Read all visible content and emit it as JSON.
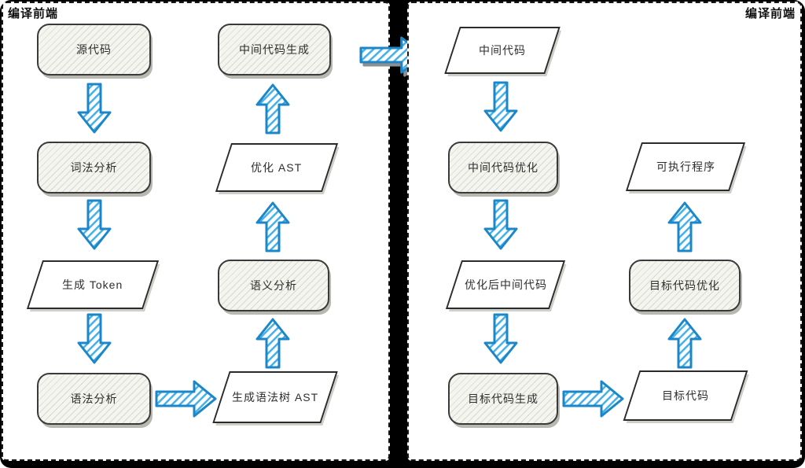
{
  "colors": {
    "background": "#000000",
    "panel_bg": "#ffffff",
    "arrow_stroke": "#1b87c9",
    "arrow_hatch": "#45b1e8",
    "box_border": "#3a3a3a",
    "box_hatch_bg": "#f5f5f0"
  },
  "left_panel": {
    "title": "编译前端",
    "nodes": {
      "source_code": {
        "label": "源代码",
        "shape": "process"
      },
      "lexical": {
        "label": "词法分析",
        "shape": "process"
      },
      "gen_token": {
        "label": "生成 Token",
        "shape": "io"
      },
      "syntax": {
        "label": "语法分析",
        "shape": "process"
      },
      "gen_ast": {
        "label": "生成语法树 AST",
        "shape": "io"
      },
      "semantic": {
        "label": "语义分析",
        "shape": "process"
      },
      "optimize_ast": {
        "label": "优化 AST",
        "shape": "io"
      },
      "ir_generate": {
        "label": "中间代码生成",
        "shape": "process"
      }
    }
  },
  "right_panel": {
    "title": "编译前端",
    "nodes": {
      "ir_code": {
        "label": "中间代码",
        "shape": "io"
      },
      "ir_optimize": {
        "label": "中间代码优化",
        "shape": "process"
      },
      "optimized_ir": {
        "label": "优化后中间代码",
        "shape": "io"
      },
      "target_gen": {
        "label": "目标代码生成",
        "shape": "process"
      },
      "target_code": {
        "label": "目标代码",
        "shape": "io"
      },
      "target_opt": {
        "label": "目标代码优化",
        "shape": "process"
      },
      "executable": {
        "label": "可执行程序",
        "shape": "io"
      }
    }
  },
  "connections": [
    {
      "from": "源代码",
      "to": "词法分析",
      "direction": "down"
    },
    {
      "from": "词法分析",
      "to": "生成 Token",
      "direction": "down"
    },
    {
      "from": "生成 Token",
      "to": "语法分析",
      "direction": "down"
    },
    {
      "from": "语法分析",
      "to": "生成语法树 AST",
      "direction": "right"
    },
    {
      "from": "生成语法树 AST",
      "to": "语义分析",
      "direction": "up"
    },
    {
      "from": "语义分析",
      "to": "优化 AST",
      "direction": "up"
    },
    {
      "from": "优化 AST",
      "to": "中间代码生成",
      "direction": "up"
    },
    {
      "from": "中间代码生成",
      "to": "中间代码",
      "direction": "right"
    },
    {
      "from": "中间代码",
      "to": "中间代码优化",
      "direction": "down"
    },
    {
      "from": "中间代码优化",
      "to": "优化后中间代码",
      "direction": "down"
    },
    {
      "from": "优化后中间代码",
      "to": "目标代码生成",
      "direction": "down"
    },
    {
      "from": "目标代码生成",
      "to": "目标代码",
      "direction": "right"
    },
    {
      "from": "目标代码",
      "to": "目标代码优化",
      "direction": "up"
    },
    {
      "from": "目标代码优化",
      "to": "可执行程序",
      "direction": "up"
    }
  ]
}
